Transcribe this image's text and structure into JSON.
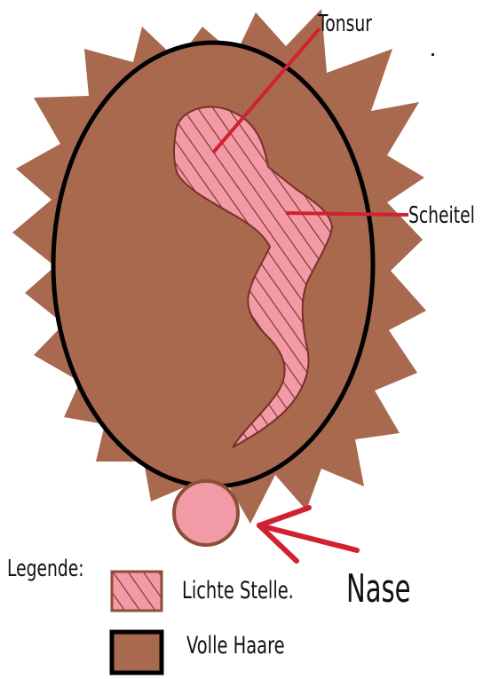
{
  "labels": {
    "tonsure": "Tonsur",
    "parting": "Scheitel",
    "legend_title": "Legende:",
    "thin_area": "Lichte Stelle.",
    "full_hair": "Volle Haare",
    "nose": "Nase"
  },
  "colors": {
    "hair": "#a8694e",
    "scalp": "#f29aa5",
    "outline": "#000000",
    "hatch": "#7a2f28",
    "pointer": "#d1202f",
    "nose_outline": "#8c4e36"
  }
}
